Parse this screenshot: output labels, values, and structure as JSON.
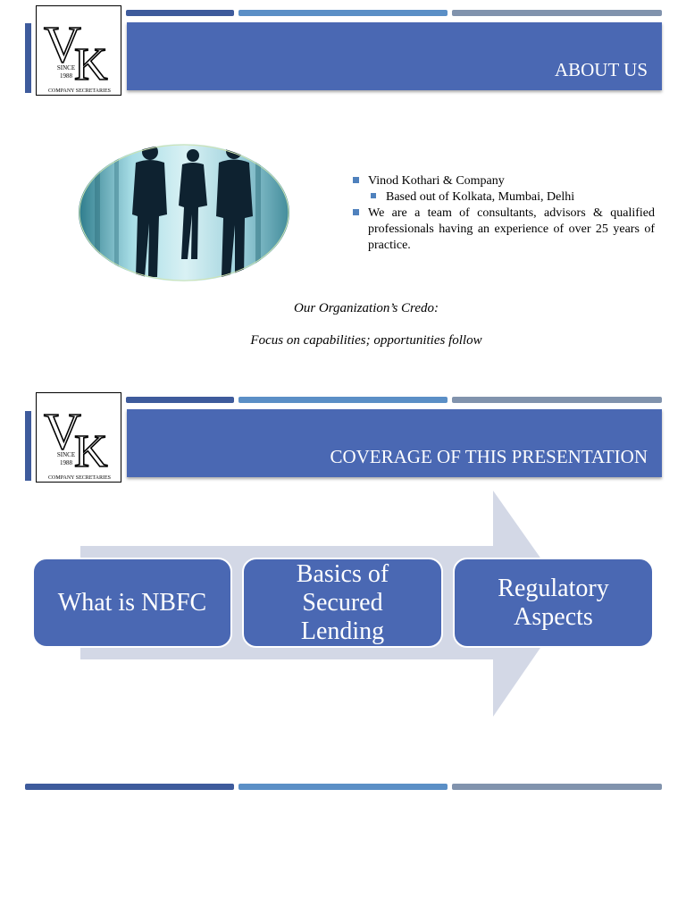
{
  "logo": {
    "letters": "VK",
    "since_label": "SINCE",
    "year": "1988",
    "tagline": "COMPANY SECRETARIES"
  },
  "slide1": {
    "title": "ABOUT US",
    "bullets": [
      {
        "text": "Vinod Kothari & Company",
        "level": 1
      },
      {
        "text": "Based out of Kolkata, Mumbai, Delhi",
        "level": 2
      },
      {
        "text": "We are a team of consultants, advisors & qualified professionals having an experience of over 25 years of practice.",
        "level": 1
      }
    ],
    "credo_heading": "Our Organization’s Credo:",
    "credo_text": "Focus on capabilities; opportunities follow"
  },
  "slide2": {
    "title": "COVERAGE OF THIS PRESENTATION",
    "steps": [
      {
        "label": "What is NBFC"
      },
      {
        "label": "Basics of\nSecured\nLending"
      },
      {
        "label": "Regulatory\nAspects"
      }
    ]
  },
  "colors": {
    "title_bar": "#4a68b3",
    "stripe_dark": "#3e5b9c",
    "stripe_light": "#5b8fc6",
    "stripe_grey": "#8193ad",
    "arrow": "#d3d8e6",
    "bullet": "#4f81bd"
  }
}
